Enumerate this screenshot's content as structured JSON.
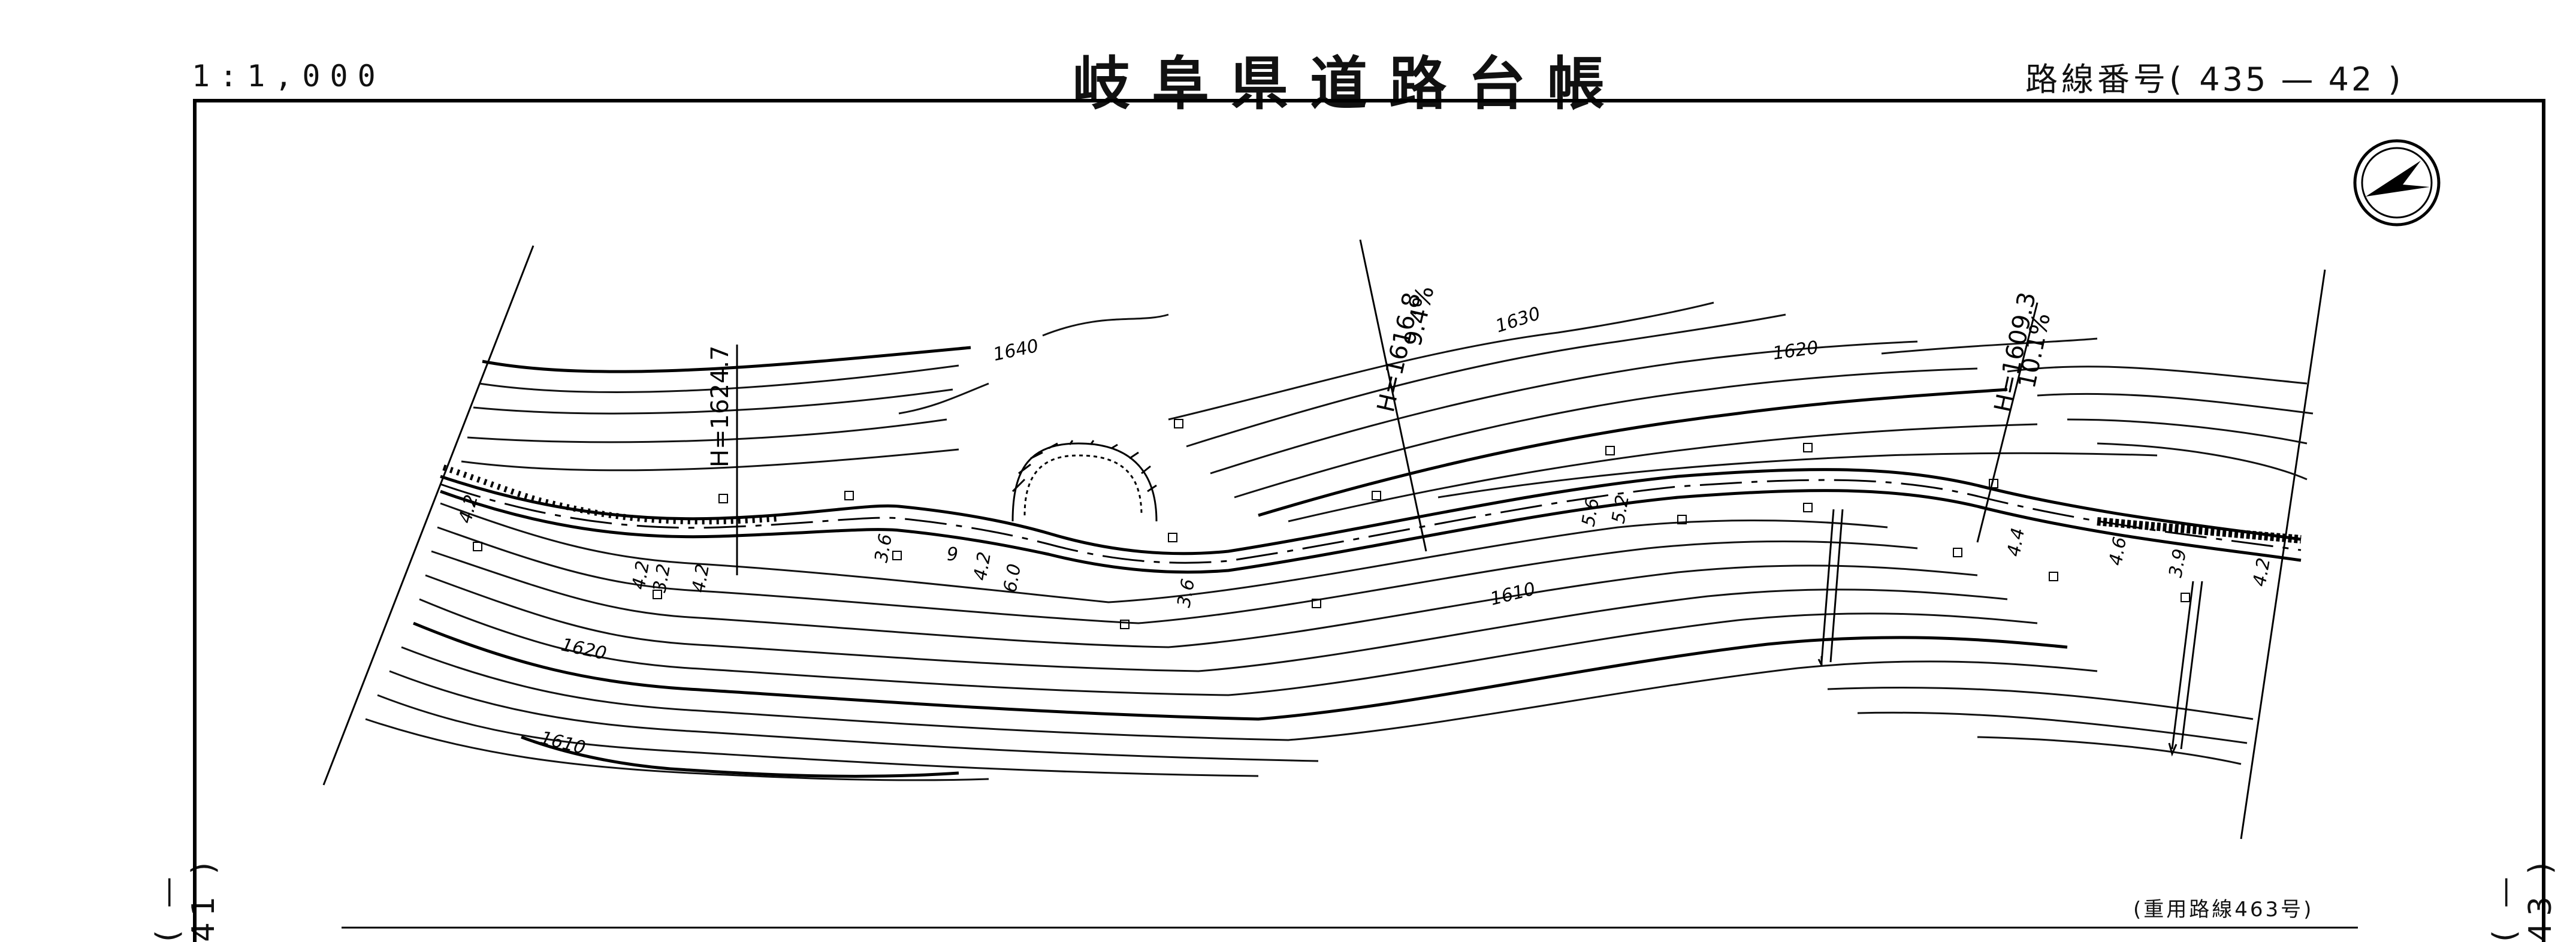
{
  "header": {
    "scale": "1:1,000",
    "title": "岐阜県道路台帳",
    "route_label": "路線番号",
    "route_open": "(",
    "route_number": "435 — 42",
    "route_close": ")"
  },
  "side": {
    "left": "( — 41 )",
    "right": "( — 43 )"
  },
  "footnote": "(重用路線463号)",
  "map": {
    "contour_labels": [
      "1640",
      "1630",
      "1620",
      "1610",
      "1620",
      "1610"
    ],
    "station_heights": [
      "H=1624.7",
      "H=1616.8",
      "H=1609.3"
    ],
    "grades": [
      "9.4%",
      "10.1%"
    ],
    "widths": [
      "4.2",
      "4.2",
      "3.2",
      "4.2",
      "3.6",
      "9",
      "4.2",
      "6.0",
      "3.6",
      "5.6",
      "5.2",
      "4.4",
      "4.6",
      "3.9",
      "4.2"
    ]
  }
}
